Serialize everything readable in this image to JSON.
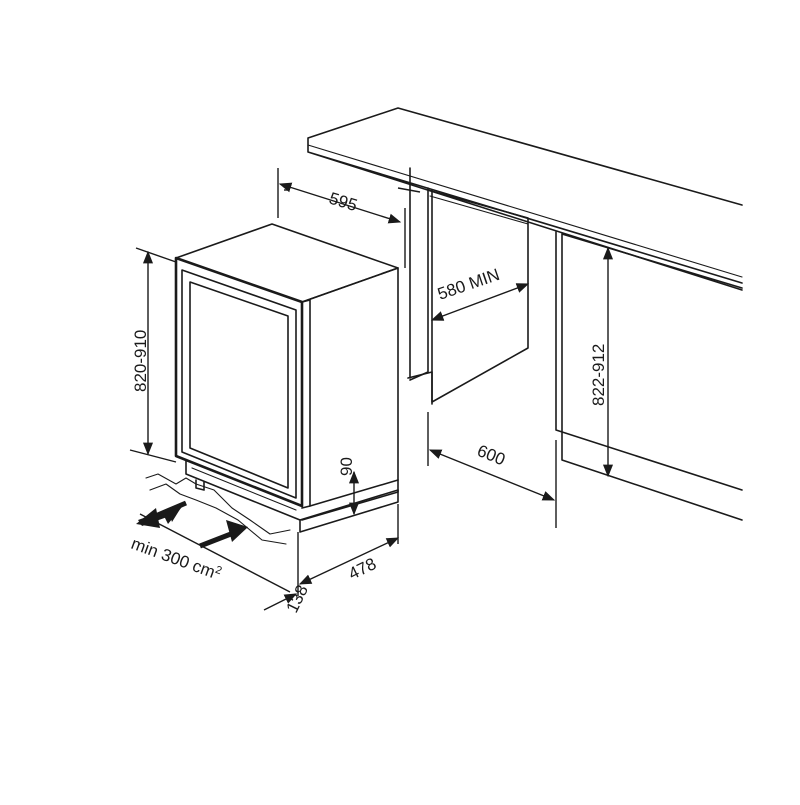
{
  "dimensions": {
    "width": "595",
    "depth_min": "580 MIN",
    "height_unit": "820-910",
    "height_cabinet": "822-912",
    "cabinet_depth": "600",
    "plinth_height": "90",
    "unit_depth": "478",
    "plinth_depth": "138",
    "ventilation_prefix": "min 300 cm",
    "ventilation_superscript": "2"
  },
  "colors": {
    "line": "#1a1a1a",
    "background": "#ffffff"
  },
  "icons": {
    "airflow_in": "arrow-icon",
    "airflow_out": "arrow-icon"
  }
}
